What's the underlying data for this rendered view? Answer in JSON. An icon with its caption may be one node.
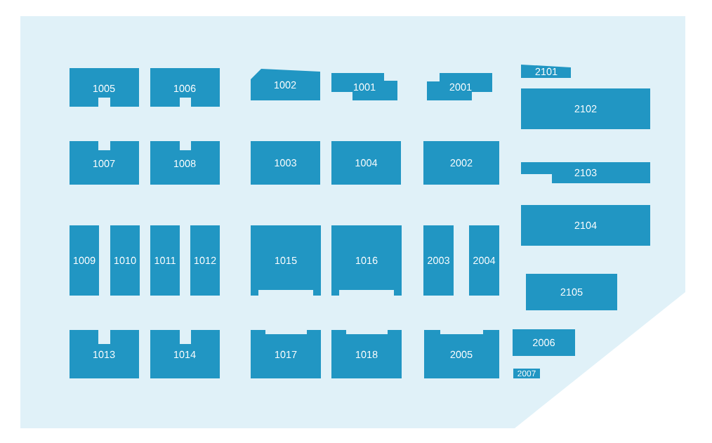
{
  "diagram": {
    "nodes": [
      {
        "text": [
          "1005"
        ]
      },
      {
        "text": [
          "1006"
        ]
      },
      {
        "text": [
          "1002"
        ]
      },
      {
        "text": [
          "1001"
        ]
      },
      {
        "text": [
          "2001"
        ]
      },
      {
        "text": [
          "2101"
        ]
      },
      {
        "text": [
          "2102"
        ]
      },
      {
        "text": [
          "1007"
        ]
      },
      {
        "text": [
          "1008"
        ]
      },
      {
        "text": [
          "1003"
        ]
      },
      {
        "text": [
          "1004"
        ]
      },
      {
        "text": [
          "2002"
        ]
      },
      {
        "text": [
          "2103"
        ]
      },
      {
        "text": [
          "2104"
        ]
      },
      {
        "text": [
          "1009"
        ]
      },
      {
        "text": [
          "1010"
        ]
      },
      {
        "text": [
          "1011"
        ]
      },
      {
        "text": [
          "1012"
        ]
      },
      {
        "text": [
          "1015"
        ]
      },
      {
        "text": [
          "1016"
        ]
      },
      {
        "text": [
          "2003"
        ]
      },
      {
        "text": [
          "2004"
        ]
      },
      {
        "text": [
          "2105"
        ]
      },
      {
        "text": [
          "1013"
        ]
      },
      {
        "text": [
          "1014"
        ]
      },
      {
        "text": [
          "1017"
        ]
      },
      {
        "text": [
          "1018"
        ]
      },
      {
        "text": [
          "2005"
        ]
      },
      {
        "text": [
          "2006"
        ]
      },
      {
        "text": [
          "2007"
        ]
      }
    ]
  }
}
